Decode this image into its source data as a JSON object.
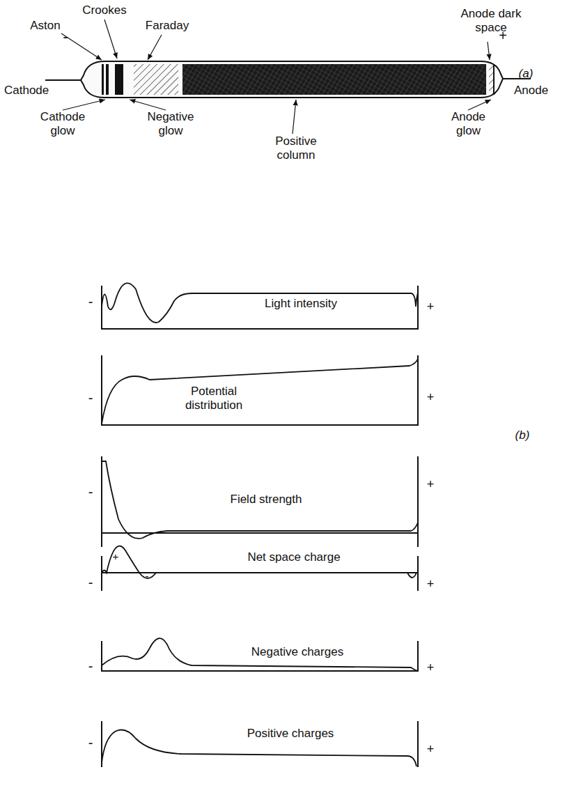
{
  "diagram": {
    "nodes": [
      {
        "text": [
          "Light intensity"
        ]
      },
      {
        "text": [
          "Potential distribution"
        ]
      },
      {
        "text": [
          "Field strength"
        ]
      },
      {
        "text": [
          "Net space charge"
        ]
      },
      {
        "text": [
          "Negative charges"
        ]
      },
      {
        "text": [
          "Positive charges"
        ]
      }
    ],
    "labels": [
      "Crookes",
      "Aston",
      "Faraday",
      "Anode dark space",
      "-",
      "+",
      "(a)",
      "Cathode",
      "Anode",
      "Cathode glow",
      "Negative glow",
      "Anode glow",
      "Positive column",
      "(b)",
      "-",
      "+",
      "-",
      "+",
      "-",
      "+",
      "-",
      "+",
      "-",
      "+",
      "-",
      "+",
      "+",
      "-"
    ]
  }
}
